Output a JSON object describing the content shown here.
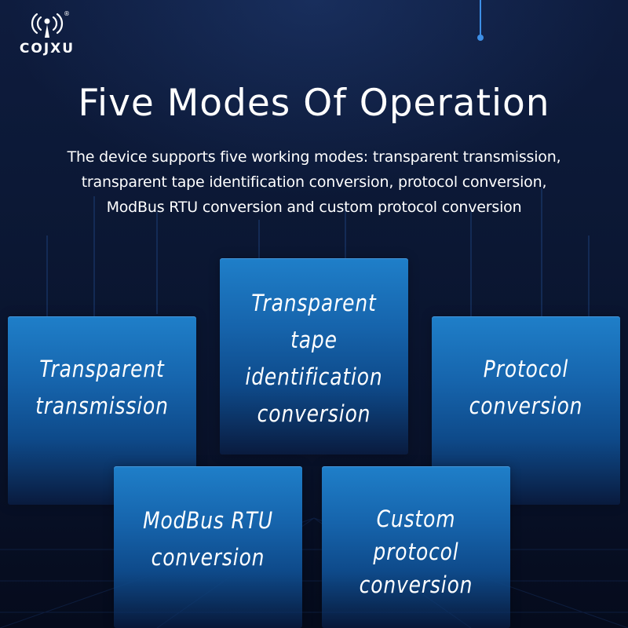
{
  "brand": {
    "name": "COJXU",
    "registered_mark": "®",
    "logo_icon": "antenna-signal-icon"
  },
  "heading": {
    "title": "Five Modes Of Operation",
    "description_lines": [
      "The device supports five working modes: transparent transmission,",
      "transparent tape identification conversion, protocol conversion,",
      "ModBus RTU conversion and custom protocol conversion"
    ]
  },
  "modes": [
    {
      "lines": [
        "Transparent",
        "transmission"
      ]
    },
    {
      "lines": [
        "Transparent",
        "tape",
        "identification",
        "conversion"
      ]
    },
    {
      "lines": [
        "Protocol",
        "conversion"
      ]
    },
    {
      "lines": [
        "ModBus RTU",
        "conversion"
      ]
    },
    {
      "lines": [
        "Custom",
        "protocol",
        "conversion"
      ]
    }
  ],
  "colors": {
    "background": "#0b1733",
    "card": "#1a6fba",
    "text": "#ffffff",
    "accent_line": "#3d8fe6"
  }
}
